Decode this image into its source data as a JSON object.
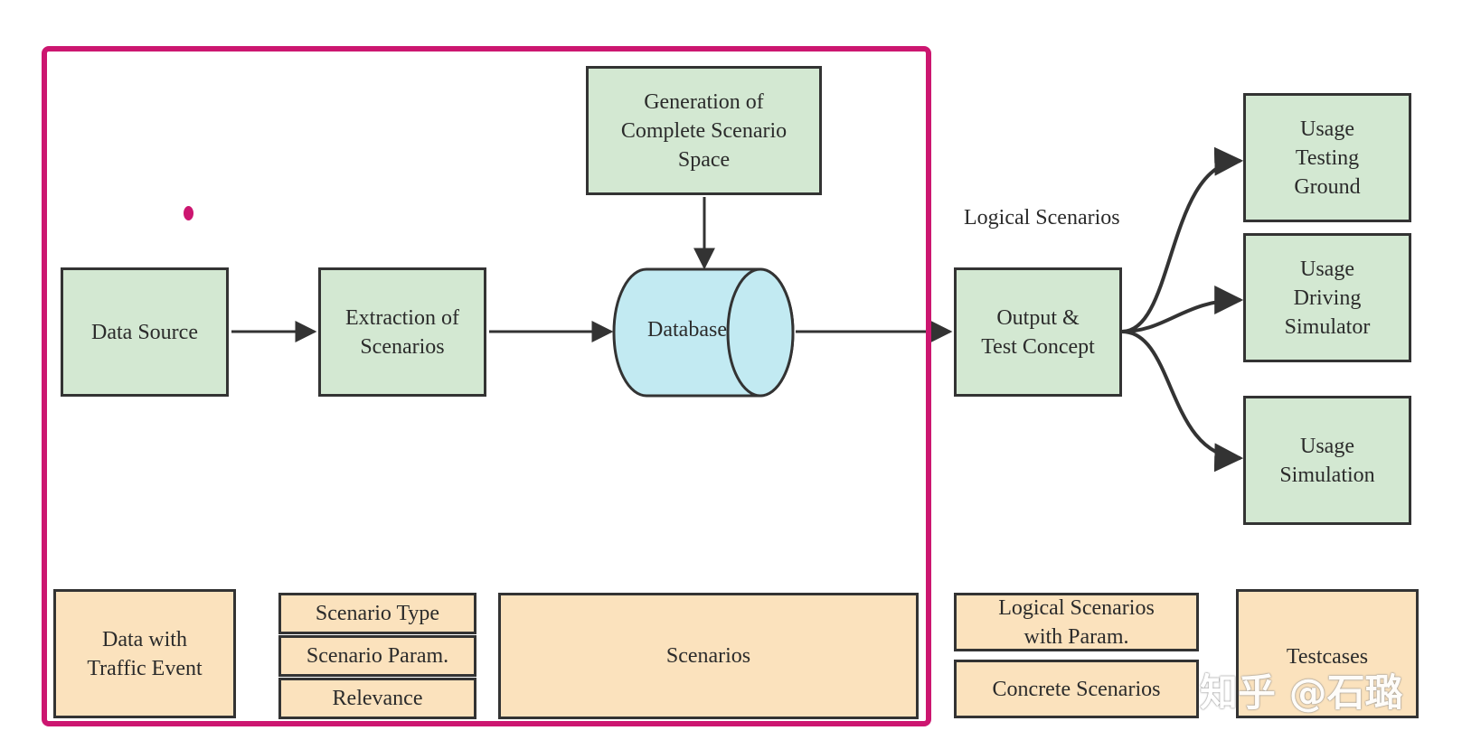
{
  "diagram": {
    "nodes": {
      "data_source": "Data Source",
      "extraction": "Extraction of\nScenarios",
      "generation": "Generation of\nComplete Scenario\nSpace",
      "database": "Database",
      "output": "Output &\nTest Concept",
      "usage_testing": "Usage\nTesting\nGround",
      "usage_driving": "Usage\nDriving\nSimulator",
      "usage_simulation": "Usage\nSimulation"
    },
    "edge_label": "Logical Scenarios",
    "artifacts": {
      "data_with_traffic": "Data with\nTraffic Event",
      "scenario_type": "Scenario Type",
      "scenario_param": "Scenario Param.",
      "relevance": "Relevance",
      "scenarios": "Scenarios",
      "logical_with_param": "Logical Scenarios\nwith Param.",
      "concrete": "Concrete Scenarios",
      "testcases": "Testcases"
    },
    "watermark": "知乎 @石璐"
  },
  "colors": {
    "process": "#d3e8d2",
    "artifact": "#fbe2bd",
    "database": "#c2eaf2",
    "highlight": "#cc1670",
    "stroke": "#333333"
  }
}
